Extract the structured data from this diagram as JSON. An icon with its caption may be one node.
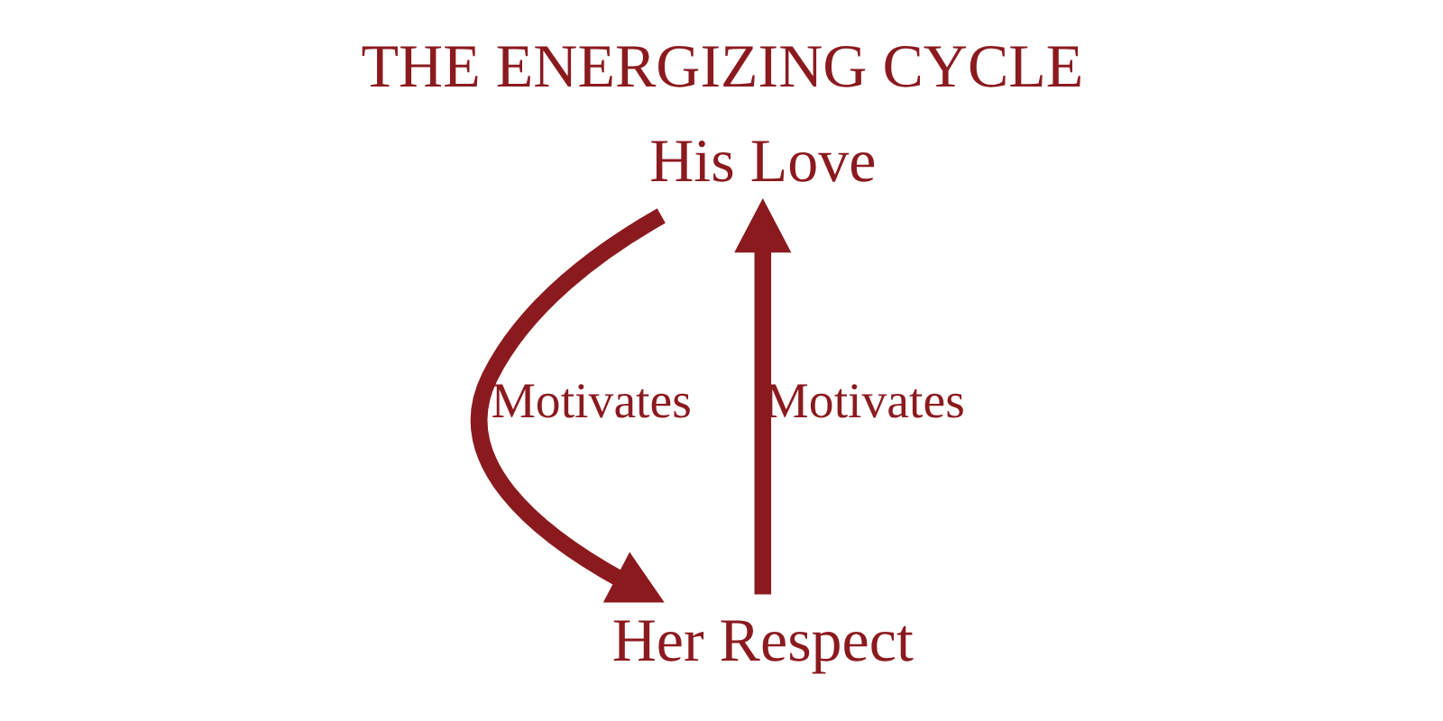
{
  "diagram": {
    "title": "THE ENERGIZING CYCLE",
    "nodes": [
      {
        "text": [
          "His Love"
        ]
      },
      {
        "text": [
          "Her Respect"
        ]
      }
    ],
    "edges": [
      {
        "from": 0,
        "to": 1,
        "arrow": "to",
        "label": "Motivates"
      },
      {
        "from": 1,
        "to": 0,
        "arrow": "to",
        "label": "Motivates"
      }
    ]
  }
}
